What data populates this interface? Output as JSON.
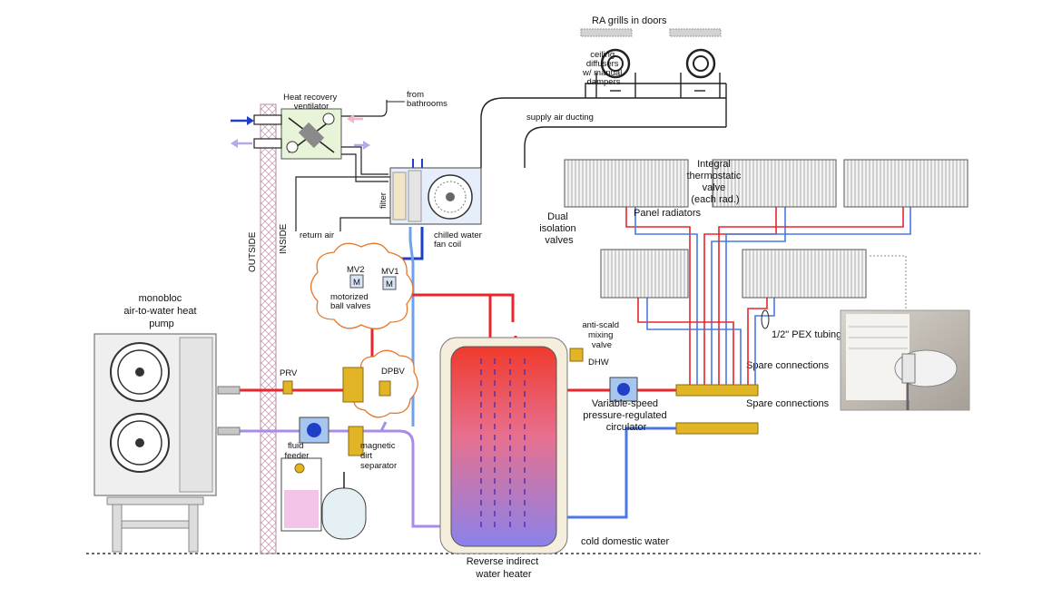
{
  "labels": {
    "ra_grills": "RA grills in doors",
    "ceiling_diffusers": [
      "ceiling",
      "diffusers",
      "w/ manual",
      "dampers"
    ],
    "hrv": [
      "Heat recovery",
      "ventilator"
    ],
    "from_bathrooms": [
      "from",
      "bathrooms"
    ],
    "supply_air_ducting": "supply air ducting",
    "filter": "filter",
    "return_air": "return air",
    "chilled_water_fan_coil": [
      "chilled water",
      "fan coil"
    ],
    "outside": "OUTSIDE",
    "inside": "INSIDE",
    "integral_valve": [
      "Integral",
      "thermostatic",
      "valve",
      "(each rad.)"
    ],
    "dual_isolation": [
      "Dual",
      "isolation",
      "valves"
    ],
    "panel_radiators": "Panel radiators",
    "mv2": "MV2",
    "mv1": "MV1",
    "motorized_ball_valves": [
      "motorized",
      "ball valves"
    ],
    "heat_pump": [
      "monobloc",
      "air-to-water heat",
      "pump"
    ],
    "prv": "PRV",
    "dpbv": "DPBV",
    "anti_scald": [
      "anti-scald",
      "mixing",
      "valve"
    ],
    "dhw": "DHW",
    "pex_tubing": "1/2\" PEX tubing",
    "spare_connections_top": "Spare connections",
    "spare_connections_bottom": "Spare connections",
    "circulator": [
      "Variable-speed",
      "pressure-regulated",
      "circulator"
    ],
    "fluid_feeder": [
      "fluid",
      "feeder"
    ],
    "dirt_separator": [
      "magnetic",
      "dirt",
      "separator"
    ],
    "cold_domestic_water": "cold domestic water",
    "water_heater": [
      "Reverse indirect",
      "water heater"
    ]
  },
  "colors": {
    "supply_red": "#e8262b",
    "return_violet": "#a98ce8",
    "chilled_blue": "#1f3fc9",
    "light_blue": "#6fa0ee",
    "brass": "#e2b526",
    "cloud_orange": "#e4782b",
    "wall_pink": "#c9a3b9"
  }
}
